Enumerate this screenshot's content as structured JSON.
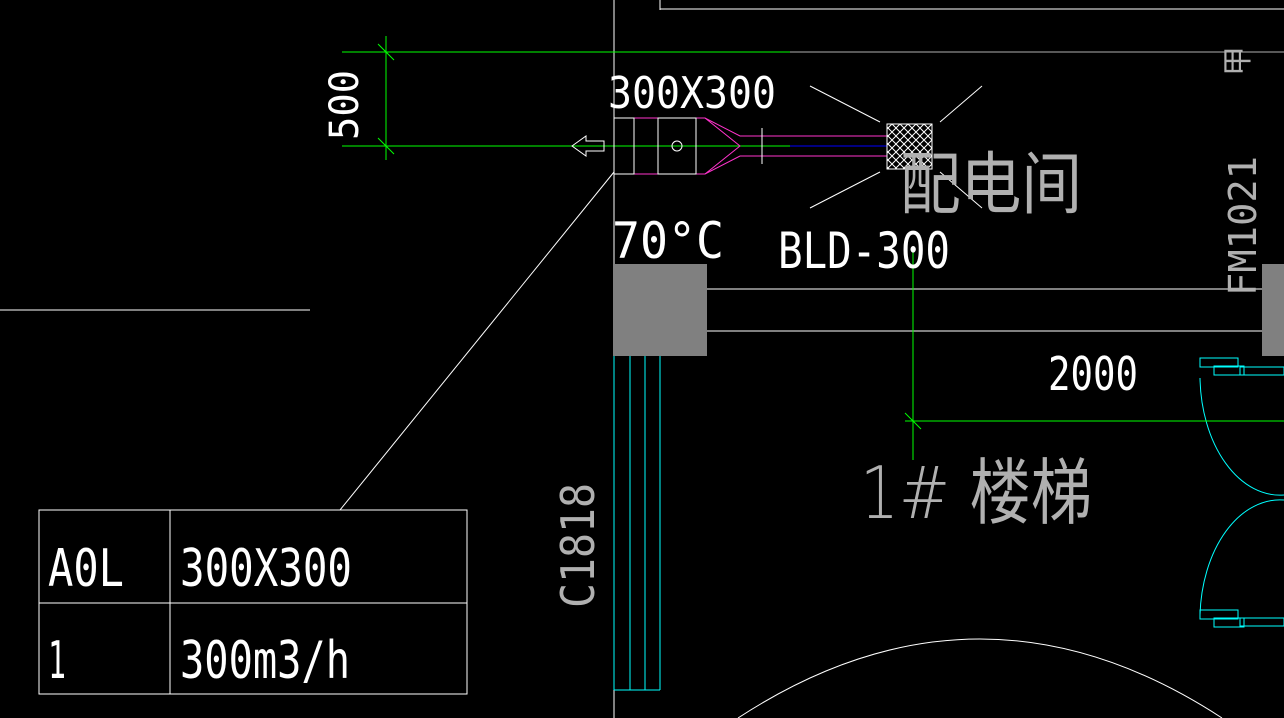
{
  "drawing": {
    "labels": {
      "duct_size": "300X300",
      "dimension_500": "500",
      "fire_damper_temp": "70°C",
      "grille_model": "BLD-300",
      "room_name": "配电间",
      "door_tag": "FM1021",
      "dimension_2000": "2000",
      "stair_name": "1# 楼梯",
      "window_tag": "C1818",
      "grid_symbol": "甲"
    },
    "legend_table": {
      "rows": [
        [
          "A0L",
          "300X300"
        ],
        [
          "1",
          "300m3/h"
        ]
      ]
    },
    "colors": {
      "background": "#000000",
      "wall": "#ffffff",
      "dimension": "#00ff00",
      "duct": "#ff33cc",
      "duct_center": "#0000ff",
      "column_fill": "#808080",
      "window": "#00ffff",
      "text_white": "#ffffff",
      "text_gray": "#b0b0b0"
    }
  }
}
